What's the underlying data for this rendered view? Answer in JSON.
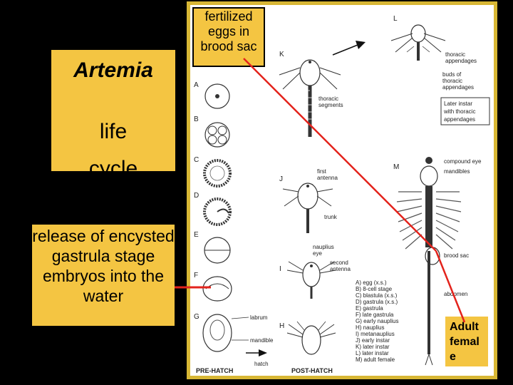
{
  "title": {
    "species": "Artemia",
    "line2": "life",
    "line3": "cycle"
  },
  "release_note": "release of encysted gastrula stage embryos into the water",
  "fertilized_note": "fertilized eggs in brood sac",
  "adult_note": [
    "Adult",
    "femal",
    "e"
  ],
  "figure": {
    "stage_letters": [
      "A",
      "B",
      "C",
      "D",
      "E",
      "F",
      "G",
      "H",
      "I",
      "J",
      "K",
      "L",
      "M"
    ],
    "legend": [
      "A) egg (x.s.)",
      "B) 8-cell stage",
      "C) blastula (x.s.)",
      "D) gastrula (x.s.)",
      "E) gastrula",
      "F) late gastrula",
      "G) early nauplius",
      "H) nauplius",
      "I) metanauplius",
      "J) early instar",
      "K) later instar",
      "L) later instar",
      "M) adult female"
    ],
    "labels": {
      "thoracic_segments": [
        "thoracic",
        "segments"
      ],
      "thoracic_appendages": [
        "thoracic",
        "appendages"
      ],
      "buds": [
        "buds of",
        "thoracic",
        "appendages"
      ],
      "later_instar_box": [
        "Later instar",
        "with thoracic",
        "appendages"
      ],
      "first_antenna": [
        "first",
        "antenna"
      ],
      "trunk": "trunk",
      "nauplius_eye": [
        "nauplius",
        "eye"
      ],
      "second_antenna": [
        "second",
        "antenna"
      ],
      "compound_eye": "compound eye",
      "mandibles": "mandibles",
      "brood_sac": "brood sac",
      "abdomen": "abdomen",
      "labrum": "labrum",
      "mandible": "mandible",
      "hatch": "hatch",
      "pre_hatch": "PRE-HATCH",
      "post_hatch": "POST-HATCH"
    }
  }
}
